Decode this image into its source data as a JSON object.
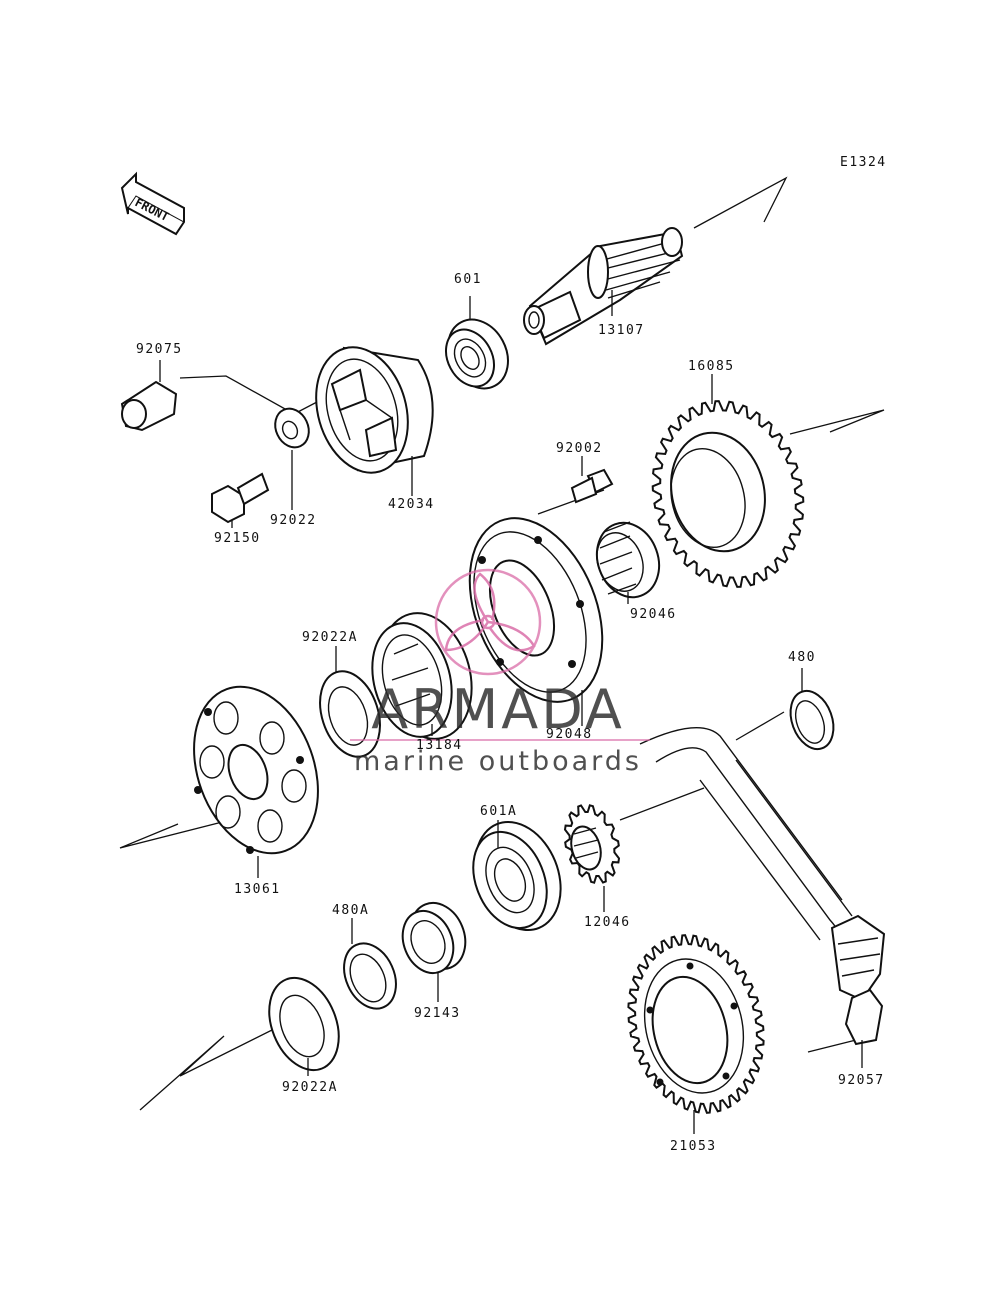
{
  "diagram_code": "E1324",
  "front_arrow_label": "FRONT",
  "watermark": {
    "brand": "ARMADA",
    "tagline": "marine outboards",
    "accent_color": "#d96aa6"
  },
  "parts": [
    {
      "id": "p601",
      "label": "601"
    },
    {
      "id": "p13107",
      "label": "13107"
    },
    {
      "id": "p92075",
      "label": "92075"
    },
    {
      "id": "p16085",
      "label": "16085"
    },
    {
      "id": "p92002",
      "label": "92002"
    },
    {
      "id": "p42034",
      "label": "42034"
    },
    {
      "id": "p92150",
      "label": "92150"
    },
    {
      "id": "p92022",
      "label": "92022"
    },
    {
      "id": "p92046",
      "label": "92046"
    },
    {
      "id": "p92022A_top",
      "label": "92022A"
    },
    {
      "id": "p480",
      "label": "480"
    },
    {
      "id": "p92048",
      "label": "92048"
    },
    {
      "id": "p13184",
      "label": "13184"
    },
    {
      "id": "p601A",
      "label": "601A"
    },
    {
      "id": "p13061",
      "label": "13061"
    },
    {
      "id": "p12046",
      "label": "12046"
    },
    {
      "id": "p480A",
      "label": "480A"
    },
    {
      "id": "p92143",
      "label": "92143"
    },
    {
      "id": "p92022A_bottom",
      "label": "92022A"
    },
    {
      "id": "p92057",
      "label": "92057"
    },
    {
      "id": "p21053",
      "label": "21053"
    }
  ]
}
